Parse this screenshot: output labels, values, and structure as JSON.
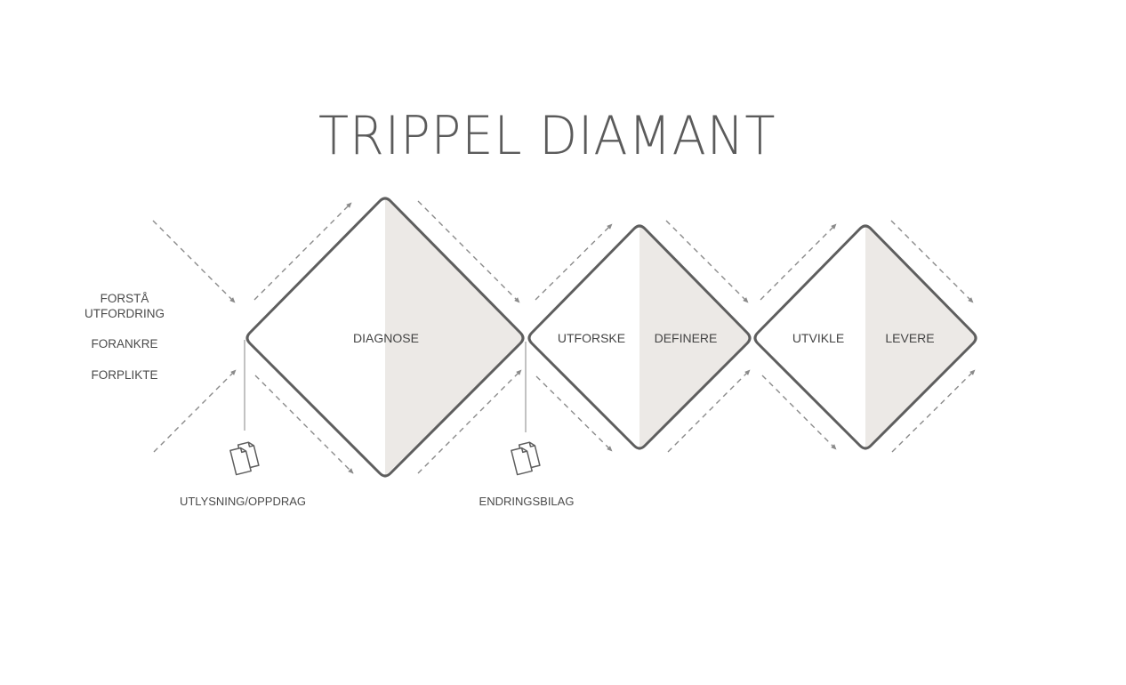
{
  "title": "TRIPPEL DIAMANT",
  "colors": {
    "stroke": "#5e5e5e",
    "fill_shaded": "#ece9e6",
    "fill_plain": "#ffffff",
    "dash": "#8a8a8a",
    "text": "#444444"
  },
  "left_labels": {
    "line1": "FORSTÅ",
    "line2": "UTFORDRING",
    "line3": "FORANKRE",
    "line4": "FORPLIKTE"
  },
  "diamonds": [
    {
      "name": "diamond-1",
      "label": "DIAGNOSE",
      "left_label": "",
      "right_label": ""
    },
    {
      "name": "diamond-2",
      "left_label": "UTFORSKE",
      "right_label": "DEFINERE"
    },
    {
      "name": "diamond-3",
      "left_label": "UTVIKLE",
      "right_label": "LEVERE"
    }
  ],
  "documents": [
    {
      "icon": "document-stack-icon",
      "label": "UTLYSNING/OPPDRAG"
    },
    {
      "icon": "document-stack-icon",
      "label": "ENDRINGSBILAG"
    }
  ]
}
